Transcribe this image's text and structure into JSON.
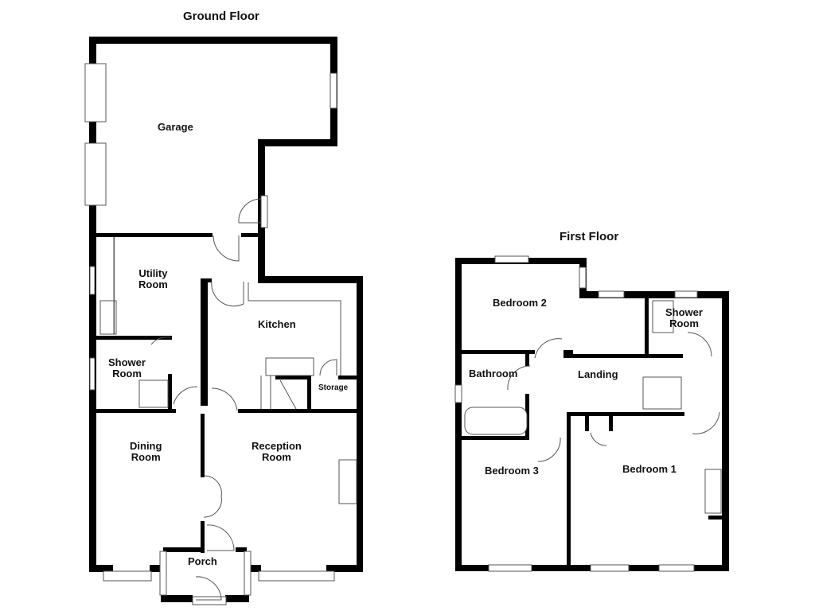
{
  "floors": {
    "ground": {
      "title": "Ground Floor",
      "rooms": {
        "garage": "Garage",
        "utility_line1": "Utility",
        "utility_line2": "Room",
        "kitchen": "Kitchen",
        "shower_line1": "Shower",
        "shower_line2": "Room",
        "storage": "Storage",
        "dining_line1": "Dining",
        "dining_line2": "Room",
        "reception_line1": "Reception",
        "reception_line2": "Room",
        "porch": "Porch"
      }
    },
    "first": {
      "title": "First Floor",
      "rooms": {
        "bedroom2": "Bedroom 2",
        "shower_line1": "Shower",
        "shower_line2": "Room",
        "bathroom": "Bathroom",
        "landing": "Landing",
        "bedroom3": "Bedroom 3",
        "bedroom1": "Bedroom 1"
      }
    }
  },
  "colors": {
    "wall": "#000000",
    "fixture": "#555555",
    "window": "#aaaaaa",
    "background": "#ffffff"
  }
}
